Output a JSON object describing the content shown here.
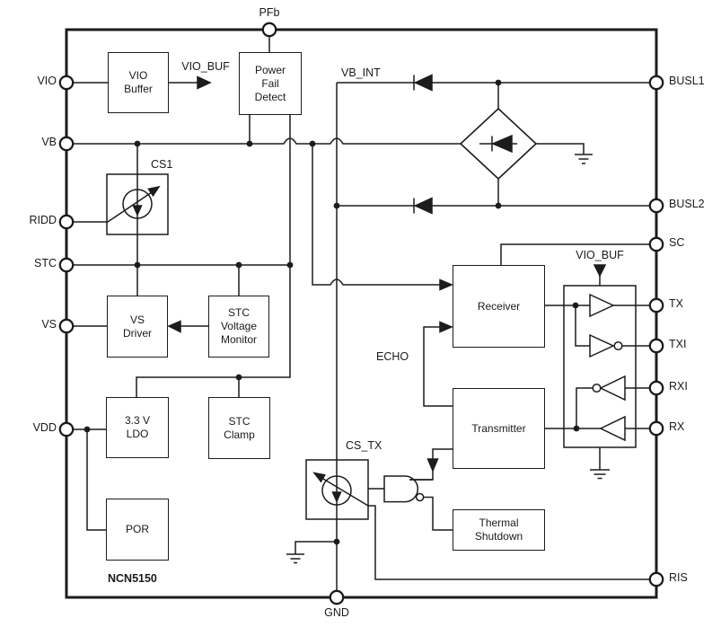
{
  "chip": {
    "part_number": "NCN5150"
  },
  "pins": {
    "top": [
      {
        "label": "PFb"
      }
    ],
    "bottom": [
      {
        "label": "GND"
      }
    ],
    "left": [
      {
        "label": "VIO"
      },
      {
        "label": "VB"
      },
      {
        "label": "RIDD"
      },
      {
        "label": "STC"
      },
      {
        "label": "VS"
      },
      {
        "label": "VDD"
      }
    ],
    "right": [
      {
        "label": "BUSL1"
      },
      {
        "label": "BUSL2"
      },
      {
        "label": "SC"
      },
      {
        "label": "TX"
      },
      {
        "label": "TXI"
      },
      {
        "label": "RXI"
      },
      {
        "label": "RX"
      },
      {
        "label": "RIS"
      }
    ]
  },
  "blocks": {
    "vio_buffer": {
      "label": "VIO\nBuffer"
    },
    "power_fail_detect": {
      "label": "Power\nFail\nDetect"
    },
    "vs_driver": {
      "label": "VS\nDriver"
    },
    "stc_voltage_monitor": {
      "label": "STC\nVoltage\nMonitor"
    },
    "ldo": {
      "label": "3.3 V\nLDO"
    },
    "stc_clamp": {
      "label": "STC\nClamp"
    },
    "por": {
      "label": "POR"
    },
    "receiver": {
      "label": "Receiver"
    },
    "transmitter": {
      "label": "Transmitter"
    },
    "thermal_shutdown": {
      "label": "Thermal\nShutdown"
    }
  },
  "signals": {
    "vio_buf_left": "VIO_BUF",
    "vb_int": "VB_INT",
    "cs1": "CS1",
    "echo": "ECHO",
    "cs_tx": "CS_TX",
    "vio_buf_right": "VIO_BUF"
  },
  "colors": {
    "line": "#1c1c1c",
    "background": "#ffffff"
  }
}
